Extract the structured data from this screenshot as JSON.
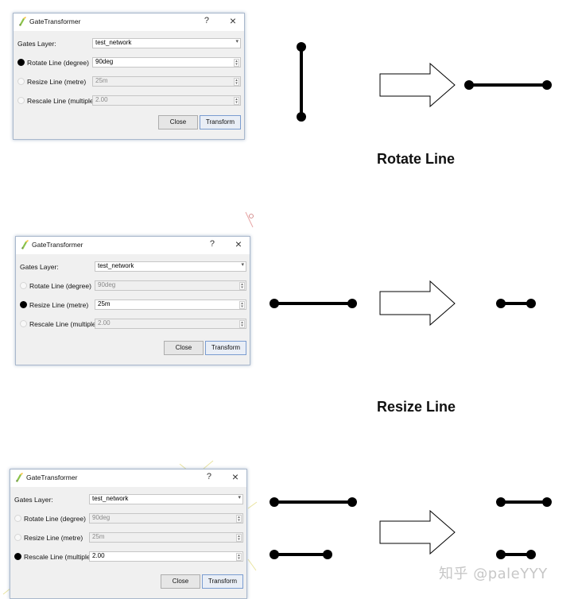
{
  "dialogs": [
    {
      "title": "GateTransformer",
      "help": "?",
      "close_glyph": "×",
      "gates_label": "Gates Layer:",
      "gates_value": "test_network",
      "rotate_label": "Rotate Line (degree)",
      "rotate_value": "90deg",
      "resize_label": "Resize Line (metre)",
      "resize_value": "25m",
      "rescale_label": "Rescale Line (multiple)",
      "rescale_value": "2.00",
      "selected": "rotate",
      "close_button": "Close",
      "transform_button": "Transform",
      "caption": "Rotate Line"
    },
    {
      "title": "GateTransformer",
      "help": "?",
      "close_glyph": "×",
      "gates_label": "Gates Layer:",
      "gates_value": "test_network",
      "rotate_label": "Rotate Line (degree)",
      "rotate_value": "90deg",
      "resize_label": "Resize Line (metre)",
      "resize_value": "25m",
      "rescale_label": "Rescale Line (multiple)",
      "rescale_value": "2.00",
      "selected": "resize",
      "close_button": "Close",
      "transform_button": "Transform",
      "caption": "Resize Line"
    },
    {
      "title": "GateTransformer",
      "help": "?",
      "close_glyph": "×",
      "gates_label": "Gates Layer:",
      "gates_value": "test_network",
      "rotate_label": "Rotate Line (degree)",
      "rotate_value": "90deg",
      "resize_label": "Resize Line (metre)",
      "resize_value": "25m",
      "rescale_label": "Rescale Line (multiple)",
      "rescale_value": "2.00",
      "selected": "rescale",
      "close_button": "Close",
      "transform_button": "Transform"
    }
  ],
  "icons": {
    "app": "qgis-plugin-icon",
    "arrow": "right-arrow-outline-icon",
    "line": "line-segment-icon"
  },
  "colors": {
    "dialog_border": "#a9b8cc",
    "line": "#000000",
    "watermark": "#c7c7c7"
  },
  "watermark": "知乎 @paleYYY"
}
